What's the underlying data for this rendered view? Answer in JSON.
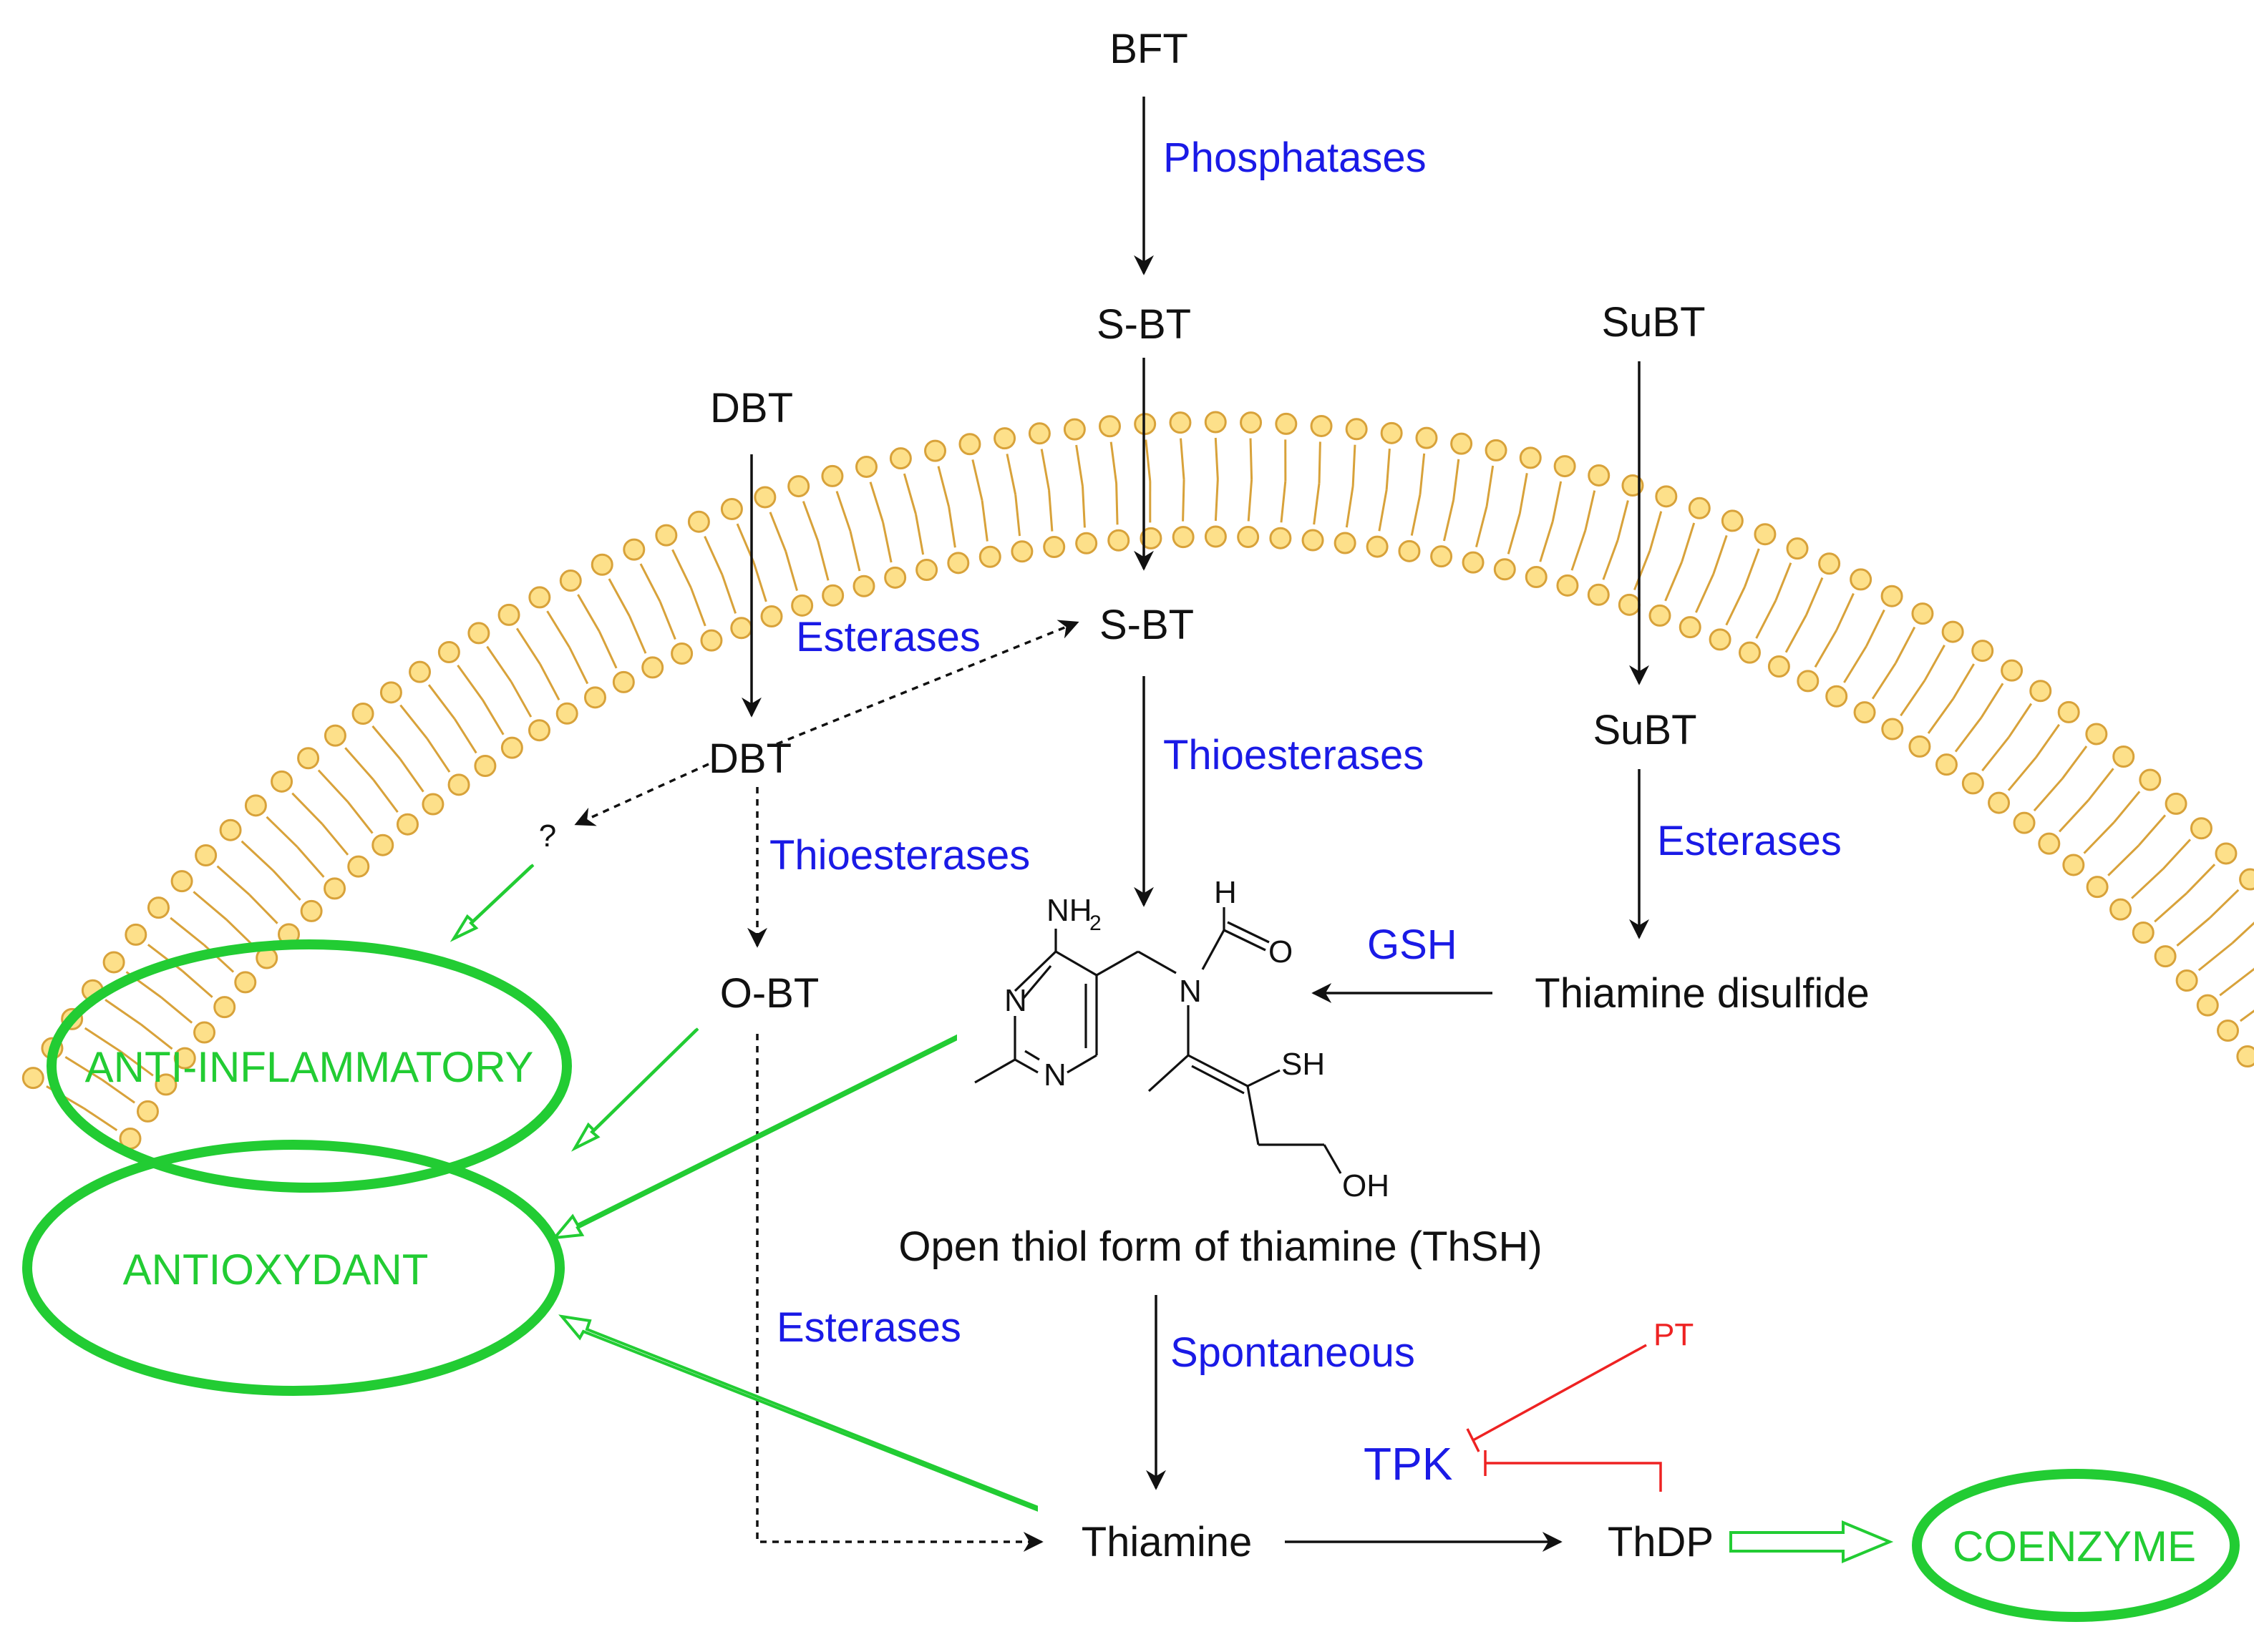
{
  "colors": {
    "enzyme": "#1a1ae6",
    "effect": "#22cc33",
    "inhibitor": "#ee2222",
    "membrane_fill": "#fde08a",
    "membrane_stroke": "#d8a23a"
  },
  "compounds": {
    "bft": "BFT",
    "sbt_out": "S-BT",
    "subt_out": "SuBT",
    "dbt_out": "DBT",
    "sbt_in": "S-BT",
    "dbt_in": "DBT",
    "subt_in": "SuBT",
    "unknown": "?",
    "obt": "O-BT",
    "thiamine_disulfide": "Thiamine disulfide",
    "thsh_caption": "Open thiol form of thiamine (ThSH)",
    "thiamine": "Thiamine",
    "thdp": "ThDP"
  },
  "structure_atoms": {
    "nh2": "NH",
    "nh2_sub": "2",
    "h": "H",
    "o": "O",
    "n_amide": "N",
    "n_ring1": "N",
    "n_ring2": "N",
    "sh": "SH",
    "oh": "OH"
  },
  "enzymes": {
    "phosphatases": "Phosphatases",
    "esterases_dbt": "Esterases",
    "thioesterases_sbt": "Thioesterases",
    "thioesterases_dbt": "Thioesterases",
    "esterases_subt": "Esterases",
    "gsh": "GSH",
    "esterases_obt": "Esterases",
    "spontaneous": "Spontaneous",
    "tpk": "TPK"
  },
  "inhibitor": {
    "pt": "PT"
  },
  "effects": {
    "anti_inflammatory": "ANTI-INFLAMMATORY",
    "antioxydant": "ANTIOXYDANT",
    "coenzyme": "COENZYME"
  }
}
